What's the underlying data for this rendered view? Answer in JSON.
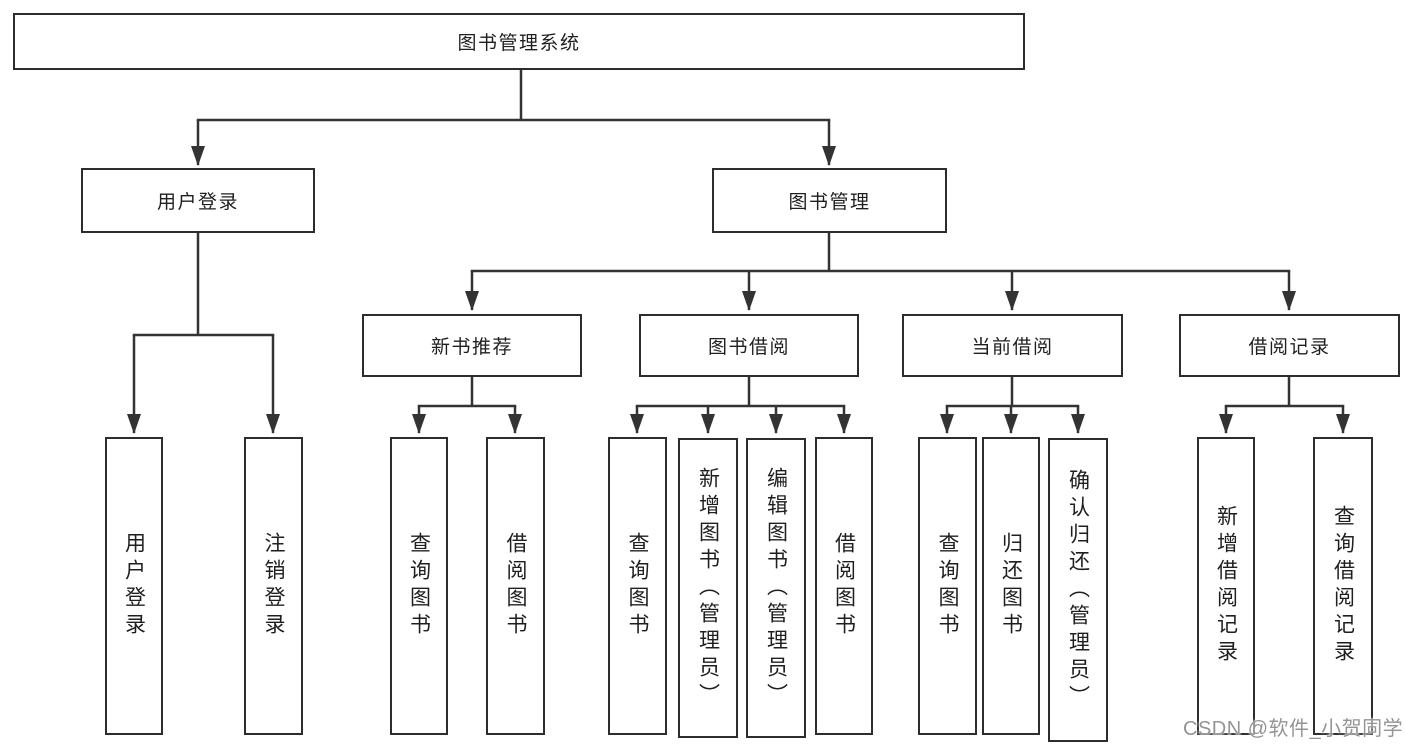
{
  "colors": {
    "background": "#ffffff",
    "line": "#333333",
    "box_border": "#2d2d2d",
    "text": "#1f1f1f",
    "watermark": "#949494"
  },
  "tree": {
    "root": "图书管理系统",
    "branches": [
      {
        "label": "用户登录",
        "children": [
          "用户登录",
          "注销登录"
        ]
      },
      {
        "label": "图书管理",
        "groups": [
          {
            "label": "新书推荐",
            "children": [
              "查询图书",
              "借阅图书"
            ]
          },
          {
            "label": "图书借阅",
            "children": [
              "查询图书",
              "新增图书（管理员）",
              "编辑图书（管理员）",
              "借阅图书"
            ]
          },
          {
            "label": "当前借阅",
            "children": [
              "查询图书",
              "归还图书",
              "确认归还（管理员）"
            ]
          },
          {
            "label": "借阅记录",
            "children": [
              "新增借阅记录",
              "查询借阅记录"
            ]
          }
        ]
      }
    ]
  },
  "watermark": {
    "text": "CSDN @软件_小贺同学"
  }
}
